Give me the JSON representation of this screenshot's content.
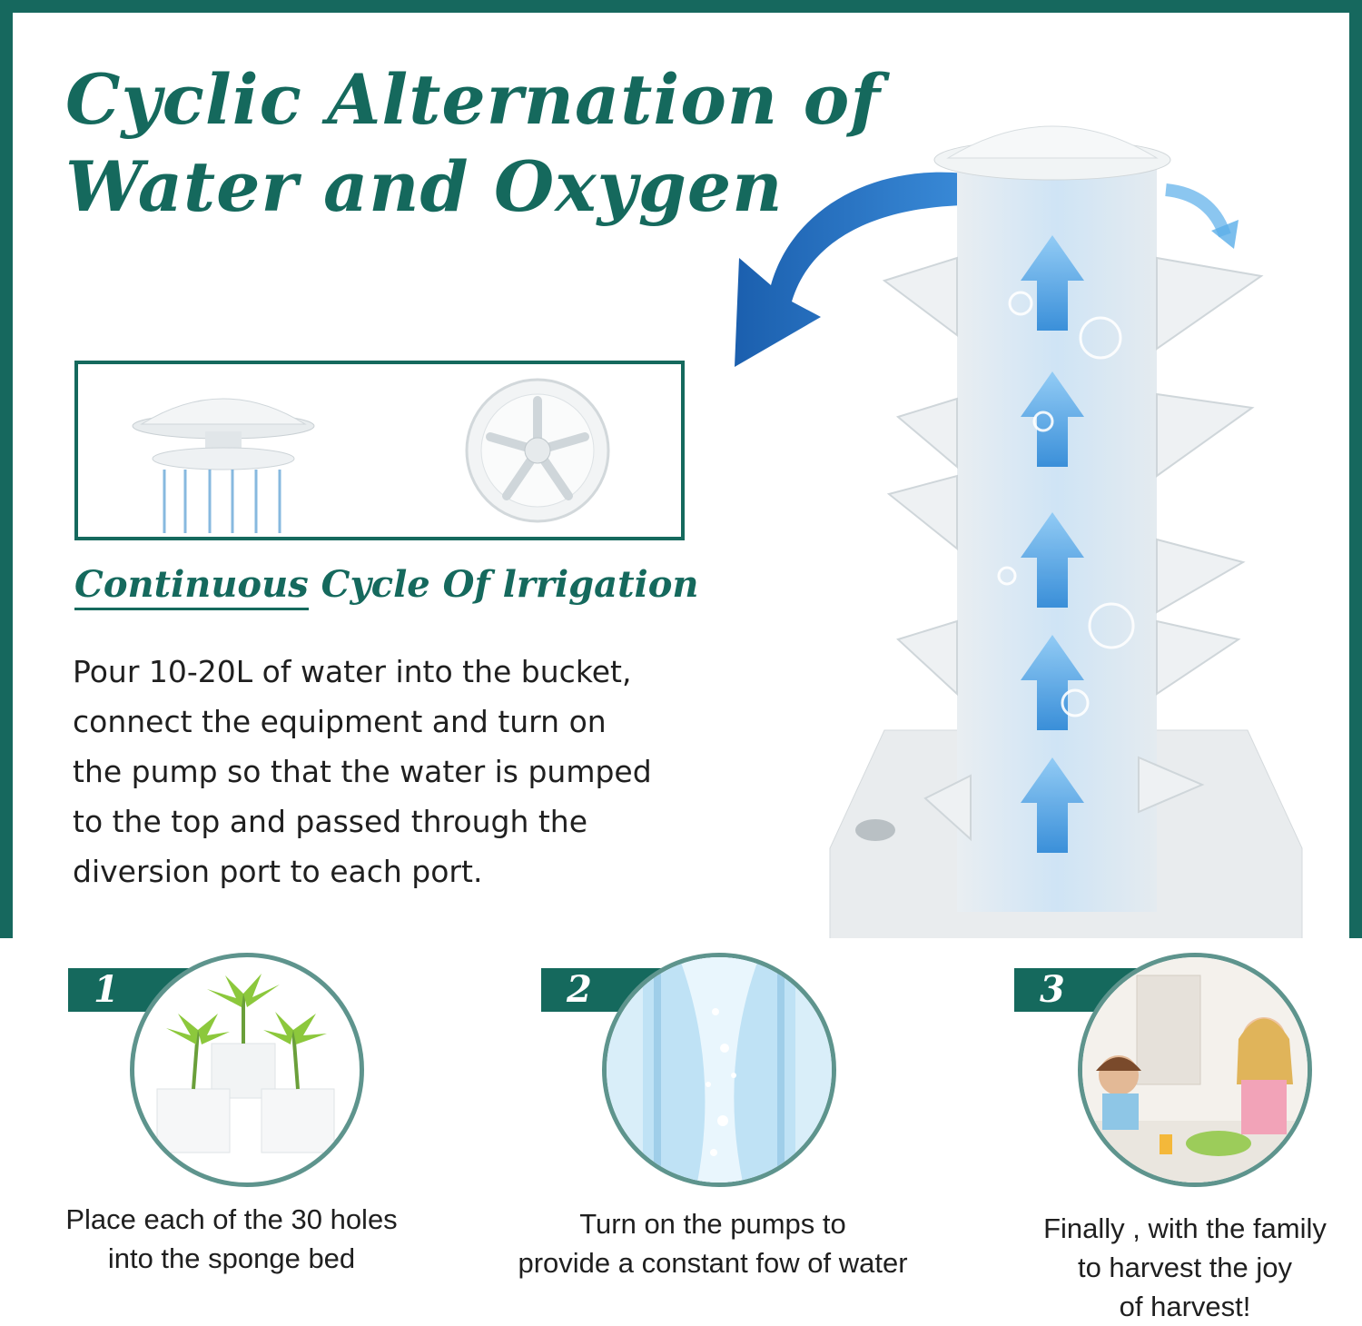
{
  "heading": {
    "line1": "Cyclic Alternation of",
    "line2": "Water and Oxygen"
  },
  "section": {
    "title_underlined": "Continuous",
    "title_rest": "Cycle Of lrrigation",
    "body_lines": [
      "Pour 10-20L of water into the bucket,",
      "connect the equipment and turn on",
      "the pump so that the water is pumped",
      "to the top and passed through the",
      "diversion port to each port."
    ]
  },
  "steps": [
    {
      "number": "1",
      "caption": [
        "Place each of the 30 holes",
        "into the sponge bed"
      ],
      "icon": "sponge-seedlings-photo"
    },
    {
      "number": "2",
      "caption": [
        "Turn on the pumps to",
        "provide a constant fow of water"
      ],
      "icon": "water-flow-photo"
    },
    {
      "number": "3",
      "caption": [
        "Finally , with the family",
        "to harvest the joy",
        "of harvest!"
      ],
      "icon": "family-photo"
    }
  ],
  "colors": {
    "brand": "#15695d",
    "arrow": "#1f6fc0",
    "accent": "#3ea0e6"
  }
}
